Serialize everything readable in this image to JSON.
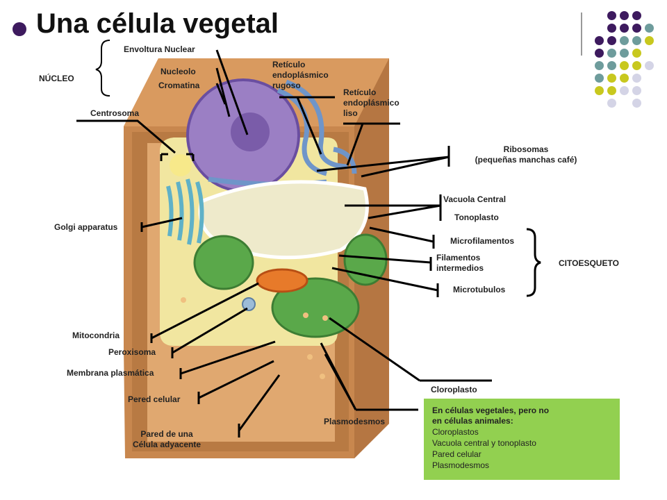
{
  "title": "Una célula vegetal",
  "labels": {
    "envoltura": "Envoltura Nuclear",
    "nucleolo": "Nucleolo",
    "cromatina": "Cromatina",
    "nucleo": "NÚCLEO",
    "reticulo_rugoso": [
      "Retículo",
      "endoplásmico",
      "rugoso"
    ],
    "reticulo_liso": [
      "Retículo",
      "endoplásmico",
      "liso"
    ],
    "centrosoma": "Centrosoma",
    "ribosomas": [
      "Ribosomas",
      "(pequeñas manchas café)"
    ],
    "vacuola": "Vacuola Central",
    "tonoplasto": "Tonoplasto",
    "microfilamentos": "Microfilamentos",
    "filamentos": [
      "Filamentos",
      "intermedios"
    ],
    "microtubulos": "Microtubulos",
    "citoesqueleto": "CITOESQUETO",
    "golgi": "Golgi apparatus",
    "mitocondria": "Mitocondria",
    "peroxisoma": "Peroxisoma",
    "membrana": "Membrana plasmática",
    "pared": "Pered celular",
    "pared_adyacente": [
      "Pared de una",
      "Célula adyacente"
    ],
    "plasmodesmos": "Plasmodesmos",
    "cloroplasto": "Cloroplasto"
  },
  "infobox": {
    "heading": [
      "En células vegetales, pero no",
      "en células animales:"
    ],
    "items": [
      "Cloroplastos",
      "Vacuola central y tonoplasto",
      "Pared celular",
      "Plasmodesmos"
    ]
  },
  "colors": {
    "wall": "#c8874e",
    "wall_light": "#e6b27d",
    "cytoplasm": "#f1e6a0",
    "nucleus": "#9b7fc4",
    "vacuole": "#eeeacb",
    "chloroplast": "#5aa84a",
    "infobox": "#92d050",
    "accent_purple": "#3d1a5e",
    "accent_teal": "#6e9c9c",
    "accent_yellow": "#c8c81e",
    "accent_lavender": "#d4d4e6"
  }
}
